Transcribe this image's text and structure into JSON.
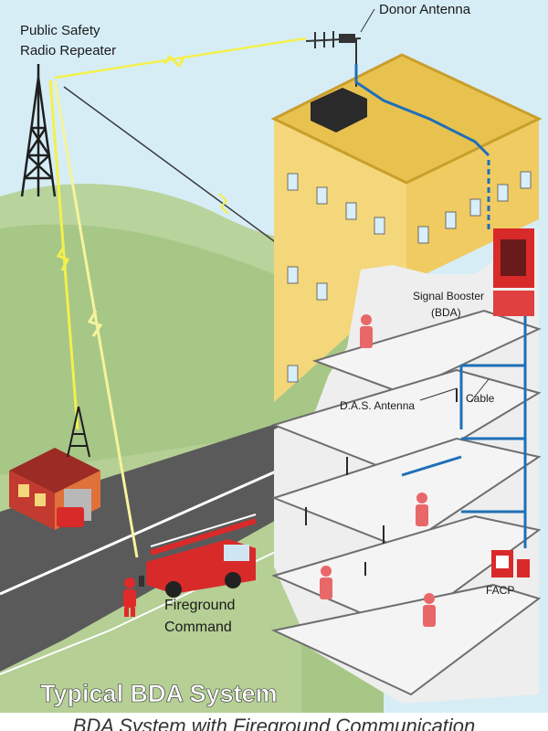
{
  "labels": {
    "repeater_line1": "Public Safety",
    "repeater_line2": "Radio Repeater",
    "donor_antenna": "Donor Antenna",
    "booster_line1": "Signal Booster",
    "booster_line2": "(BDA)",
    "das_antenna": "D.A.S. Antenna",
    "cable": "Cable",
    "facp": "FACP",
    "fireground_line1": "Fireground",
    "fireground_line2": "Command"
  },
  "title": "Typical BDA System",
  "caption": "BDA System with Fireground Communication",
  "colors": {
    "sky": "#d4ecf5",
    "hill": "#a9c98a",
    "building": "#f4d77a",
    "roof": "#e8c24f",
    "floor": "#f2f2f2",
    "cable": "#1f6fb8",
    "signal": "#f2ef4a",
    "equipment": "#d92a2a",
    "title_text": "#ffffff"
  }
}
